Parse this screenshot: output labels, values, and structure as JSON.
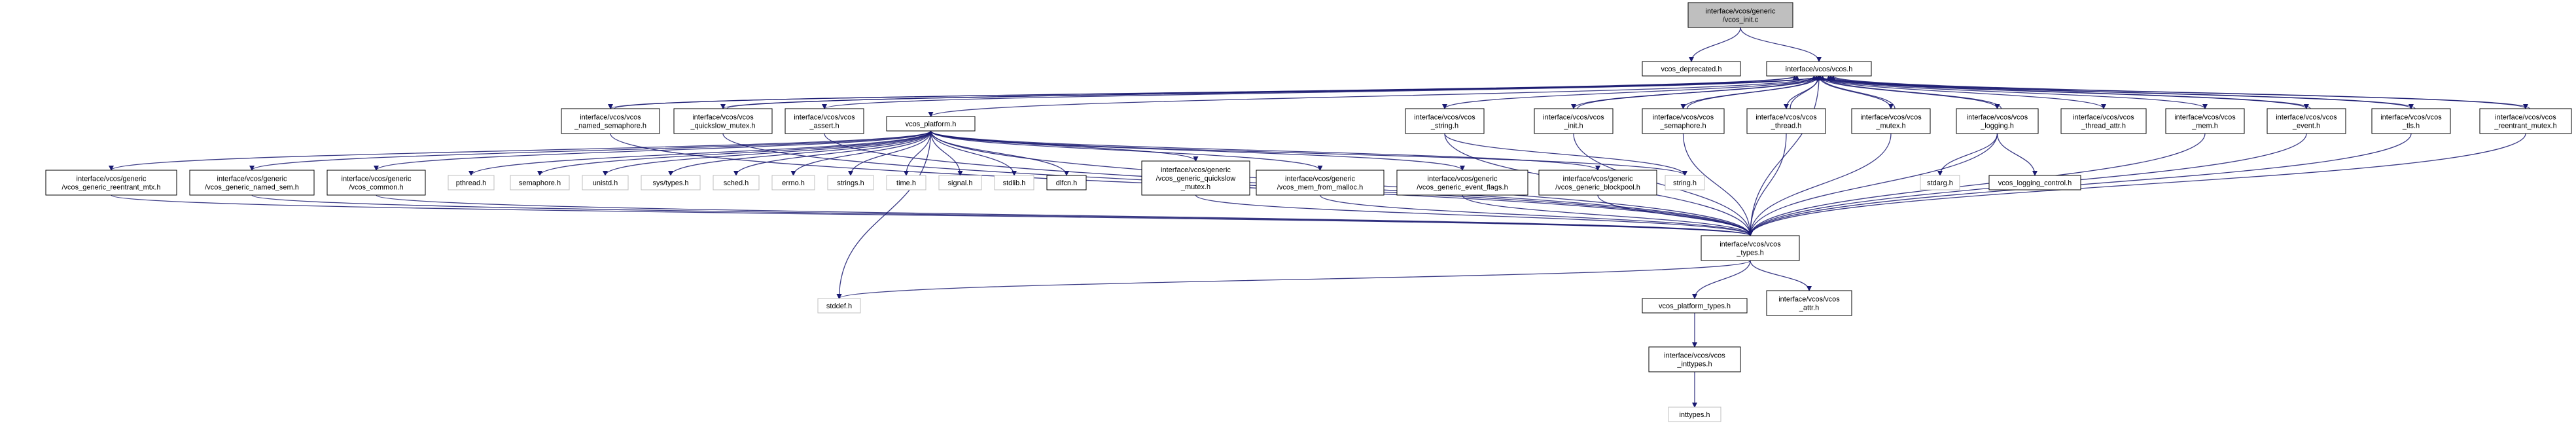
{
  "colors": {
    "edge": "#191970",
    "root_fill": "#bfbfbf",
    "external_border": "#bfbfbf",
    "node_border": "#000000",
    "background": "#ffffff"
  },
  "nodes": {
    "vcos_init_c": [
      "interface/vcos/generic",
      "/vcos_init.c"
    ],
    "vcos_deprecated_h": [
      "vcos_deprecated.h"
    ],
    "vcos_h": [
      "interface/vcos/vcos.h"
    ],
    "vcos_named_semaphore_h": [
      "interface/vcos/vcos",
      "_named_semaphore.h"
    ],
    "vcos_quickslow_mutex_h": [
      "interface/vcos/vcos",
      "_quickslow_mutex.h"
    ],
    "vcos_assert_h": [
      "interface/vcos/vcos",
      "_assert.h"
    ],
    "vcos_platform_h": [
      "vcos_platform.h"
    ],
    "vcos_string_h": [
      "interface/vcos/vcos",
      "_string.h"
    ],
    "vcos_init_h": [
      "interface/vcos/vcos",
      "_init.h"
    ],
    "vcos_semaphore_h": [
      "interface/vcos/vcos",
      "_semaphore.h"
    ],
    "vcos_thread_h": [
      "interface/vcos/vcos",
      "_thread.h"
    ],
    "vcos_mutex_h": [
      "interface/vcos/vcos",
      "_mutex.h"
    ],
    "vcos_logging_h": [
      "interface/vcos/vcos",
      "_logging.h"
    ],
    "vcos_thread_attr_h": [
      "interface/vcos/vcos",
      "_thread_attr.h"
    ],
    "vcos_mem_h": [
      "interface/vcos/vcos",
      "_mem.h"
    ],
    "vcos_event_h": [
      "interface/vcos/vcos",
      "_event.h"
    ],
    "vcos_tls_h": [
      "interface/vcos/vcos",
      "_tls.h"
    ],
    "vcos_reentrant_mutex_h": [
      "interface/vcos/vcos",
      "_reentrant_mutex.h"
    ],
    "generic_reentrant_mtx_h": [
      "interface/vcos/generic",
      "/vcos_generic_reentrant_mtx.h"
    ],
    "generic_named_sem_h": [
      "interface/vcos/generic",
      "/vcos_generic_named_sem.h"
    ],
    "generic_vcos_common_h": [
      "interface/vcos/generic",
      "/vcos_common.h"
    ],
    "pthread_h": [
      "pthread.h"
    ],
    "semaphore_h": [
      "semaphore.h"
    ],
    "unistd_h": [
      "unistd.h"
    ],
    "sys_types_h": [
      "sys/types.h"
    ],
    "sched_h": [
      "sched.h"
    ],
    "errno_h": [
      "errno.h"
    ],
    "strings_h": [
      "strings.h"
    ],
    "time_h": [
      "time.h"
    ],
    "signal_h": [
      "signal.h"
    ],
    "stdlib_h": [
      "stdlib.h"
    ],
    "dlfcn_h": [
      "dlfcn.h"
    ],
    "generic_quickslow_mutex_h": [
      "interface/vcos/generic",
      "/vcos_generic_quickslow",
      "_mutex.h"
    ],
    "generic_mem_from_malloc_h": [
      "interface/vcos/generic",
      "/vcos_mem_from_malloc.h"
    ],
    "generic_event_flags_h": [
      "interface/vcos/generic",
      "/vcos_generic_event_flags.h"
    ],
    "generic_blockpool_h": [
      "interface/vcos/generic",
      "/vcos_generic_blockpool.h"
    ],
    "string_h": [
      "string.h"
    ],
    "stdarg_h": [
      "stdarg.h"
    ],
    "vcos_logging_control_h": [
      "vcos_logging_control.h"
    ],
    "vcos_types_h": [
      "interface/vcos/vcos",
      "_types.h"
    ],
    "stddef_h": [
      "stddef.h"
    ],
    "vcos_platform_types_h": [
      "vcos_platform_types.h"
    ],
    "vcos_attr_h": [
      "interface/vcos/vcos",
      "_attr.h"
    ],
    "vcos_inttypes_h": [
      "interface/vcos/vcos",
      "_inttypes.h"
    ],
    "inttypes_h": [
      "inttypes.h"
    ]
  }
}
